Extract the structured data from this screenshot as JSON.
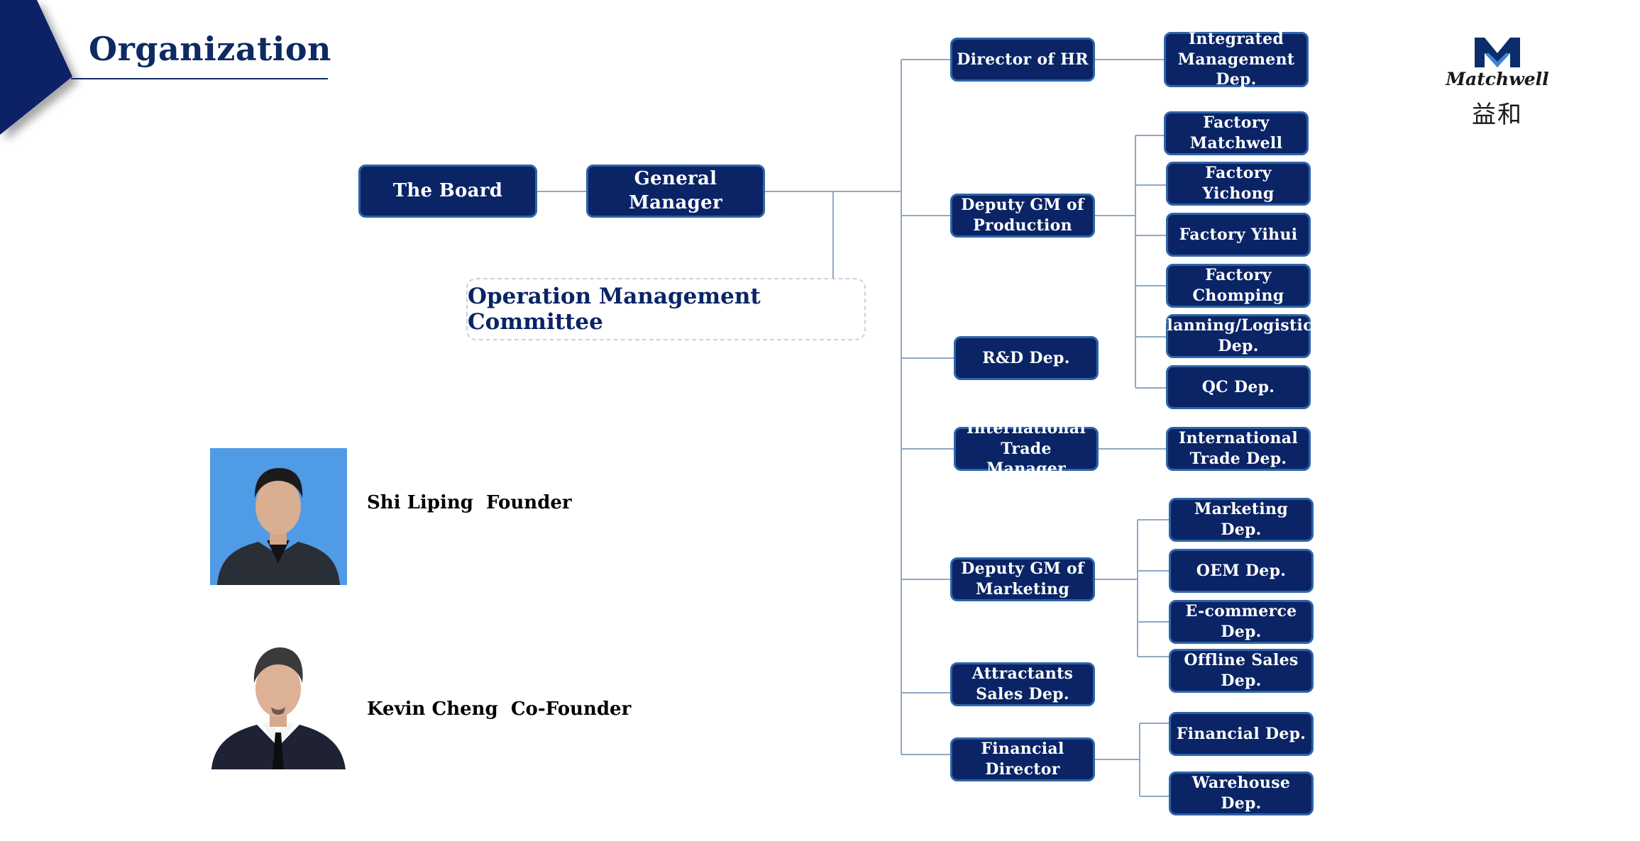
{
  "page": {
    "title": "Organization"
  },
  "logo": {
    "name": "matchwell-logo",
    "wordmark": "Matchwell",
    "chinese": "益和"
  },
  "colors": {
    "node_fill": "#0a2466",
    "node_border": "#2d64a8",
    "connector": "#8fa9c4",
    "title": "#0d2a63"
  },
  "org_chart": {
    "top": {
      "board": "The Board",
      "general_manager": "General Manager",
      "committee": "Operation Management Committee"
    },
    "managers": {
      "hr": "Director of HR",
      "production": "Deputy GM of Production",
      "rnd": "R&D Dep.",
      "intl": "International Trade Manager",
      "marketing": "Deputy GM of Marketing",
      "attractants": "Attractants Sales Dep.",
      "financial": "Financial Director"
    },
    "departments": {
      "integrated": "Integrated Management Dep.",
      "factory_matchwell": "Factory Matchwell",
      "factory_yichong": "Factory Yichong",
      "factory_yihui": "Factory Yihui",
      "factory_chomping": "Factory Chomping",
      "planning": "Planning/Logistics Dep.",
      "qc": "QC Dep.",
      "intl_trade": "International Trade Dep.",
      "marketing_dep": "Marketing Dep.",
      "oem": "OEM Dep.",
      "ecommerce": "E-commerce Dep.",
      "offline": "Offline Sales Dep.",
      "financial_dep": "Financial Dep.",
      "warehouse": "Warehouse Dep."
    }
  },
  "people": [
    {
      "name": "Shi Liping",
      "role": "Founder",
      "caption": "Shi Liping  Founder",
      "photo_background": "#4f9be6"
    },
    {
      "name": "Kevin Cheng",
      "role": "Co-Founder",
      "caption": "Kevin Cheng  Co-Founder",
      "photo_background": "#ffffff"
    }
  ]
}
